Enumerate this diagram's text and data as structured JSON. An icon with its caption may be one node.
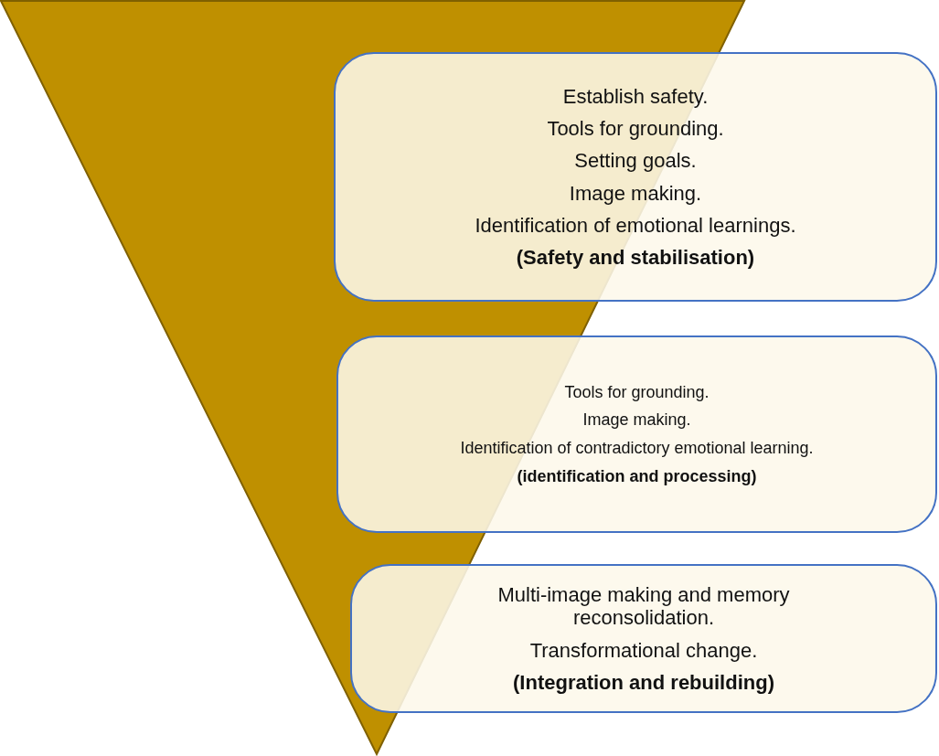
{
  "diagram": {
    "nodes": [
      {
        "text": [
          "Establish safety.",
          "Tools for grounding.",
          "Setting goals.",
          "Image making.",
          "Identification of emotional learnings.",
          "(Safety and stabilisation)"
        ]
      },
      {
        "text": [
          "Tools for grounding.",
          "Image making.",
          "Identification of contradictory emotional learning.",
          "(identification and processing)"
        ]
      },
      {
        "text": [
          "Multi-image making and memory reconsolidation.",
          "Transformational change.",
          "(Integration and rebuilding)"
        ]
      }
    ]
  }
}
